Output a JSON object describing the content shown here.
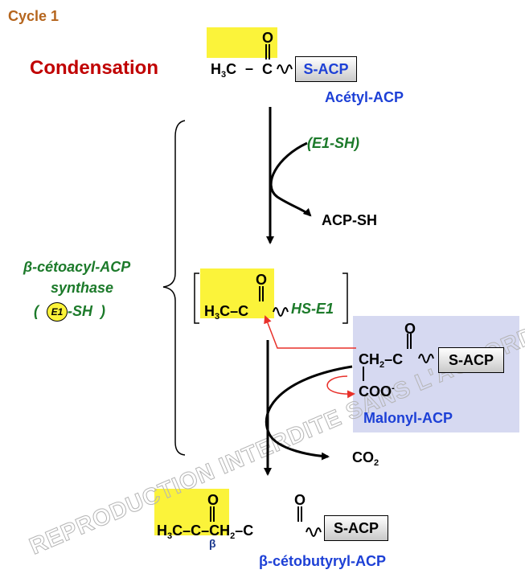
{
  "cycle_title": "Cycle 1",
  "step_label": "Condensation",
  "enzyme": {
    "line1": "β-cétoacyl-ACP",
    "line2": "synthase",
    "open": "(",
    "circle": "E1",
    "suffix": "-SH",
    "close": ")"
  },
  "acetyl": {
    "methyl": "H",
    "methyl_sub": "3",
    "c": "C",
    "o": "O",
    "dash": "–",
    "sacp": "S-ACP",
    "name": "Acétyl-ACP"
  },
  "e1_sh": "(E1-SH)",
  "acp_sh": "ACP-SH",
  "intermediate": {
    "methyl": "H",
    "methyl_sub": "3",
    "c": "C",
    "o": "O",
    "hs_e1": "HS-E1"
  },
  "malonyl": {
    "ch": "CH",
    "ch_sub": "2",
    "c": "C",
    "o": "O",
    "coo": "COO",
    "coo_sup": "-",
    "sacp": "S-ACP",
    "name": "Malonyl-ACP"
  },
  "co2": {
    "text": "CO",
    "sub": "2"
  },
  "product": {
    "methyl": "H",
    "methyl_sub": "3",
    "c": "C",
    "o": "O",
    "ch": "CH",
    "ch_sub": "2",
    "c2": "C",
    "o2": "O",
    "beta": "β",
    "sacp": "S-ACP",
    "name": "β-cétobutyryl-ACP"
  },
  "watermark": "REPRODUCTION INTERDITE SANS L'ACCORD DES AUTEURS",
  "colors": {
    "title_brown": "#b5651d",
    "condensation_red": "#c00000",
    "highlight_yellow": "#fbf33a",
    "malonyl_panel": "#d6d9f1",
    "blue": "#1d40d6",
    "green": "#1c7a2a",
    "red_arrow": "#e8302a"
  }
}
